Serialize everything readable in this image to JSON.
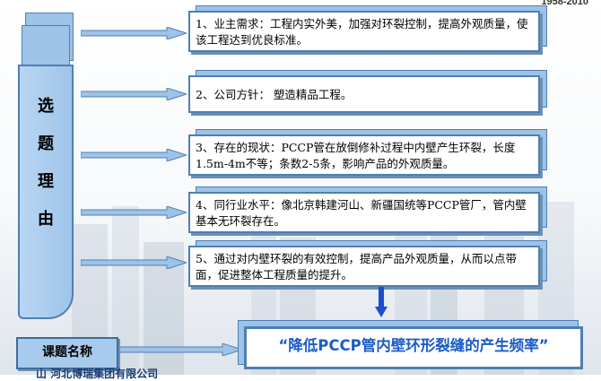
{
  "header_number": "1958-2010",
  "reason_chars": [
    "选",
    "题",
    "理",
    "由"
  ],
  "items": [
    {
      "text": "1、业主需求：工程内实外美，加强对环裂控制，提高外观质量，使该工程达到优良标准。"
    },
    {
      "text": "2、公司方针：  塑造精品工程。"
    },
    {
      "text": "3、存在的现状：PCCP管在放倒修补过程中内壁产生环裂，长度1.5m-4m不等；条数2-5条，影响产品的外观质量。"
    },
    {
      "text": "4、同行业水平：像北京韩建河山、新疆国统等PCCP管厂，管内壁基本无环裂存在。"
    },
    {
      "text": "5、通过对内壁环裂的有效控制，提高产品外观质量，从而以点带面，促进整体工程质量的提升。"
    }
  ],
  "title_label": "课题名称",
  "topic_title": "“降低PCCP管内壁环形裂缝的产生频率”",
  "footer_text": "山 河北博瑞集团有限公司",
  "colors": {
    "box_border": "#4e7fb3",
    "box_fill": "#9ec3e8",
    "title_text": "#1b5bc7",
    "arrow": "#9ec3e8"
  }
}
